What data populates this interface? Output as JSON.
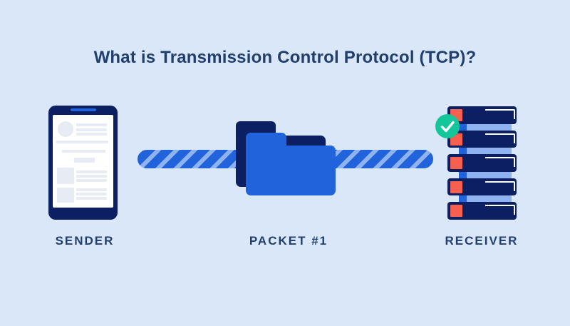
{
  "title": "What is Transmission Control Protocol (TCP)?",
  "labels": {
    "sender": "SENDER",
    "packet": "PACKET #1",
    "receiver": "RECEIVER"
  },
  "diagram": {
    "sender_device": "smartphone",
    "packet_symbol": "stacked-folders",
    "receiver_device": "server-rack",
    "server_unit_count": 5,
    "connection": "striped-cable",
    "status": "delivered-check"
  },
  "colors": {
    "bg": "#d9e7f8",
    "navy": "#0c1f63",
    "blue": "#2063da",
    "periwinkle": "#8fb2f1",
    "coral": "#f7604f",
    "green": "#13c79a",
    "gray": "#e7ebf3",
    "white": "#ffffff",
    "text": "#203e6e"
  }
}
